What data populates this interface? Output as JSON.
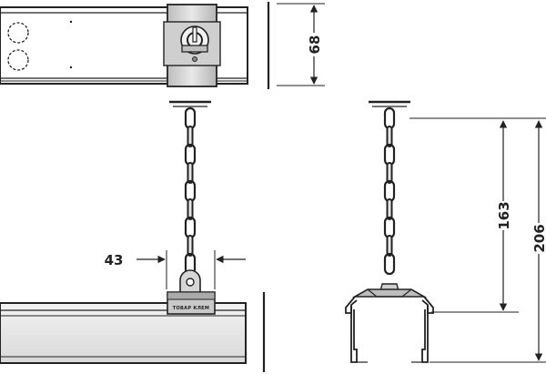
{
  "dimensions": {
    "height_68": "68",
    "width_43": "43",
    "chain_163": "163",
    "total_206": "206"
  },
  "clamp_brand": "ТОВАР КЛЕМ"
}
